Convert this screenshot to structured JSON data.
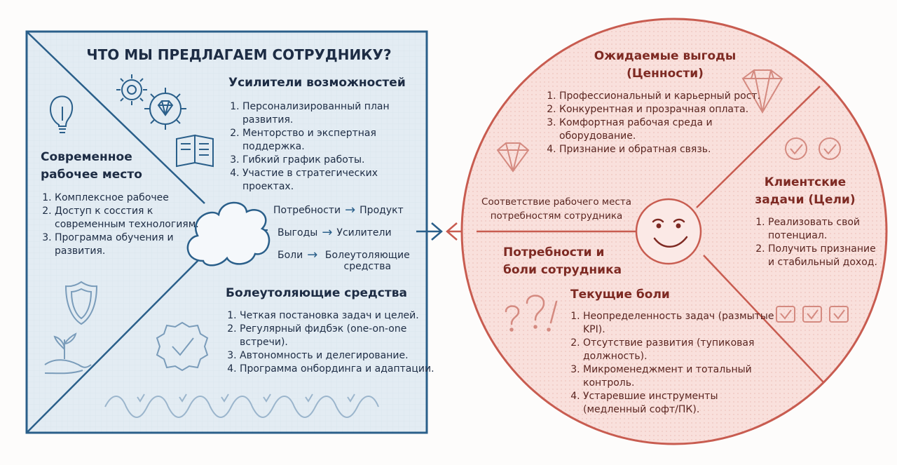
{
  "offer": {
    "title": "ЧТО МЫ ПРЕДЛАГАЕМ СОТРУДНИКУ?",
    "gain_creators": {
      "title": "Усилители возможностей",
      "items": [
        "Персонализированный план развития.",
        "Менторство и экспертная поддержка.",
        "Гибкий график работы.",
        "Участие в стратегических проектах."
      ]
    },
    "workplace": {
      "title": "Современное рабочее место",
      "items": [
        "Комплексное рабочее",
        "Доступ к сосстия к современным технологиям.",
        "Программа обучения и развития."
      ]
    },
    "pain_relievers": {
      "title": "Болеутоляющие средства",
      "items": [
        "Четкая постановка задач и целей.",
        "Регулярный фидбэк (one-on-one встречи).",
        "Автономность и делегирование.",
        "Программа онбординга и адаптации."
      ]
    },
    "mapping": [
      {
        "from": "Потребности",
        "to": "Продукт"
      },
      {
        "from": "Выгоды",
        "to": "Усилители"
      },
      {
        "from": "Боли",
        "to": "Болеутоляющие средства"
      }
    ]
  },
  "profile": {
    "gains": {
      "title": "Ожидаемые выгоды (Ценности)",
      "items": [
        "Профессиональный и карьерный рост.",
        "Конкурентная и прозрачная оплата.",
        "Комфортная рабочая среда и оборудование.",
        "Признание и обратная связь."
      ]
    },
    "jobs": {
      "title": "Клиентские задачи (Цели)",
      "items": [
        "Реализовать свой потенциал.",
        "Получить признание и стабильный доход."
      ]
    },
    "pains": {
      "title": "Текущие боли",
      "items": [
        "Неопределенность задач (размытые KPI).",
        "Отсутствие развития (тупиковая должность).",
        "Микроменеджмент и тотальный контроль.",
        "Устаревшие инструменты (медленный софт/ПК)."
      ]
    },
    "needs_title": "Потребности и боли сотрудника",
    "fit_label": "Соответствие рабочего места потребностям сотрудника"
  },
  "colors": {
    "blue_stroke": "#2a5f8a",
    "blue_fill": "#e3ecf3",
    "red_stroke": "#c85c50",
    "red_fill": "#f9e0dc"
  },
  "icons": [
    "gears-icon",
    "lightbulb-icon",
    "book-icon",
    "cloud-icon",
    "shield-icon",
    "plant-hand-icon",
    "check-badge-icon",
    "diamond-icon",
    "check-circle-icon",
    "checkbox-icon",
    "question-icon",
    "smiley-icon"
  ]
}
